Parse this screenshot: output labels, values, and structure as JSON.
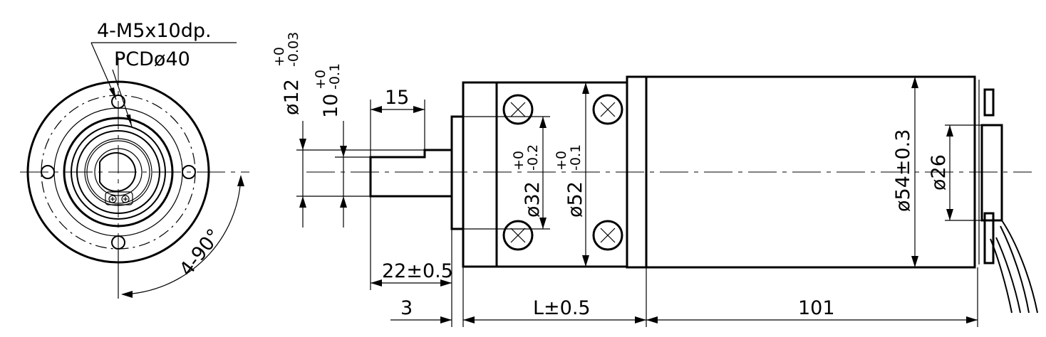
{
  "front_view": {
    "hole_note": "4-M5x10dp.",
    "pcd_note": "PCDø40",
    "angle_note": "4-90°"
  },
  "side_view": {
    "shaft_dia": "ø12",
    "shaft_dia_upper_tol": "+0",
    "shaft_dia_lower_tol": "-0.03",
    "flat_width": "10",
    "flat_upper_tol": "+0",
    "flat_lower_tol": "-0.1",
    "flat_length": "15",
    "shaft_length": "22±0.5",
    "pilot_length": "3",
    "gearbox_length": "L±0.5",
    "motor_length": "101",
    "pilot_dia": "ø32",
    "pilot_dia_upper_tol": "+0",
    "pilot_dia_lower_tol": "-0.2",
    "gearbox_dia": "ø52",
    "gearbox_dia_upper_tol": "+0",
    "gearbox_dia_lower_tol": "-0.1",
    "motor_dia": "ø54±0.3",
    "endcap_dia": "ø26"
  }
}
